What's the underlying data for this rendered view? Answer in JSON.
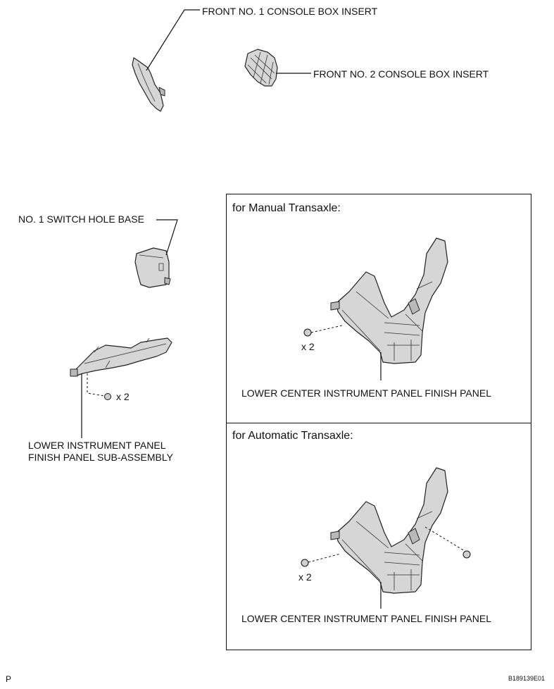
{
  "labels": {
    "front_no1": "FRONT NO. 1 CONSOLE BOX INSERT",
    "front_no2": "FRONT NO. 2 CONSOLE BOX INSERT",
    "switch_hole_base": "NO. 1 SWITCH HOLE BASE",
    "lower_ip_line1": "LOWER INSTRUMENT PANEL",
    "lower_ip_line2": "FINISH PANEL SUB-ASSEMBLY",
    "qty_left": "x 2"
  },
  "panels": [
    {
      "title": "for Manual Transaxle:",
      "qty": "x 2",
      "part_label": "LOWER CENTER INSTRUMENT PANEL FINISH PANEL"
    },
    {
      "title": "for Automatic Transaxle:",
      "qty": "x 2",
      "part_label": "LOWER CENTER INSTRUMENT PANEL FINISH PANEL"
    }
  ],
  "footer": {
    "corner_letter": "P",
    "figure_code": "B189139E01"
  }
}
